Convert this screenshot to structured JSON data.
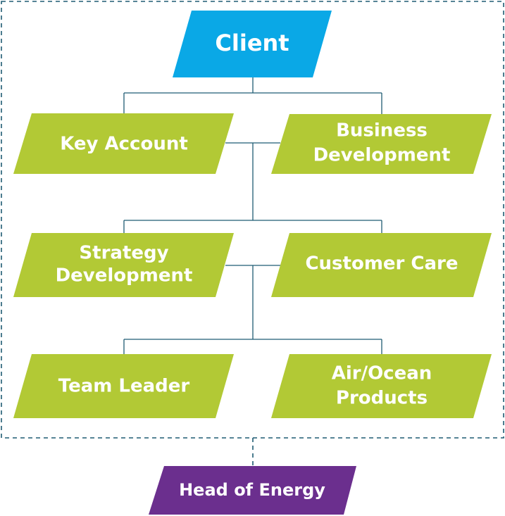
{
  "colors": {
    "client": "#0aa8e6",
    "department": "#b2c935",
    "head": "#6b2f8e",
    "connector": "#1f5c73"
  },
  "client": {
    "label": "Client"
  },
  "departments": {
    "key_account": {
      "lines": [
        "Key Account"
      ]
    },
    "business_development": {
      "lines": [
        "Business",
        "Development"
      ]
    },
    "strategy_development": {
      "lines": [
        "Strategy",
        "Development"
      ]
    },
    "customer_care": {
      "lines": [
        "Customer Care"
      ]
    },
    "team_leader": {
      "lines": [
        "Team Leader"
      ]
    },
    "air_ocean_products": {
      "lines": [
        "Air/Ocean",
        "Products"
      ]
    }
  },
  "head": {
    "label": "Head of Energy"
  }
}
